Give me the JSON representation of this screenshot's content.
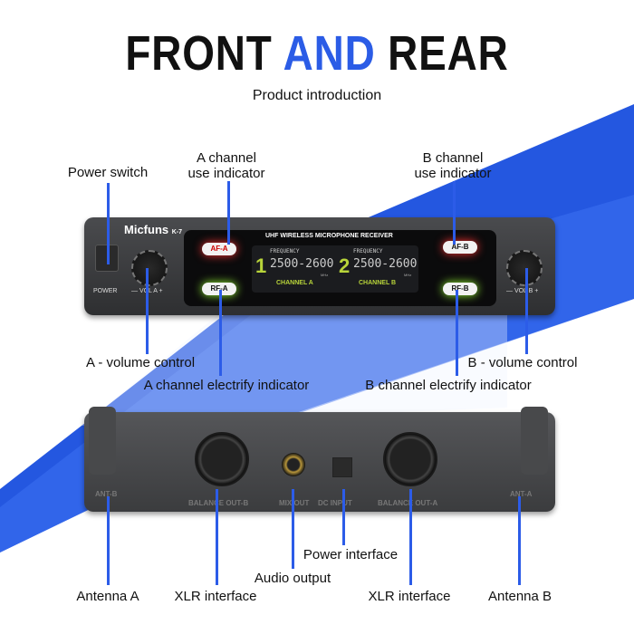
{
  "title": {
    "part1": "FRONT",
    "part2": "AND",
    "part3": "REAR"
  },
  "subtitle": "Product introduction",
  "colors": {
    "accent": "#2b5ce6",
    "panel": "#3a3b3d"
  },
  "callouts": {
    "power_switch": "Power switch",
    "a_use_1": "A channel",
    "a_use_2": "use indicator",
    "b_use_1": "B channel",
    "b_use_2": "use indicator",
    "a_volume": "A - volume control",
    "b_volume": "B - volume control",
    "a_electrify": "A channel electrify indicator",
    "b_electrify": "B channel electrify indicator",
    "power_interface": "Power interface",
    "audio_output": "Audio output",
    "antenna_a": "Antenna A",
    "antenna_b": "Antenna B",
    "xlr_1": "XLR interface",
    "xlr_2": "XLR interface"
  },
  "front": {
    "brand": "Micfuns",
    "model": "K-7",
    "power": "POWER",
    "vol_a": "— VOL A +",
    "vol_b": "— VOL B +",
    "display_title": "UHF WIRELESS MICROPHONE RECEIVER",
    "af_a": "AF-A",
    "rf_a": "RF-A",
    "af_b": "AF-B",
    "rf_b": "RF-B",
    "ch1": {
      "num": "1",
      "label": "FREQUENCY",
      "freq": "2500-2600",
      "unit": "MHz",
      "channel": "CHANNEL  A"
    },
    "ch2": {
      "num": "2",
      "label": "FREQUENCY",
      "freq": "2500-2600",
      "unit": "MHz",
      "channel": "CHANNEL  B"
    }
  },
  "rear": {
    "ant_b": "ANT-B",
    "ant_a": "ANT-A",
    "out_b": "BALANCE OUT-B",
    "mix": "MIX OUT",
    "dc": "DC INPUT",
    "out_a": "BALANCE OUT-A"
  }
}
